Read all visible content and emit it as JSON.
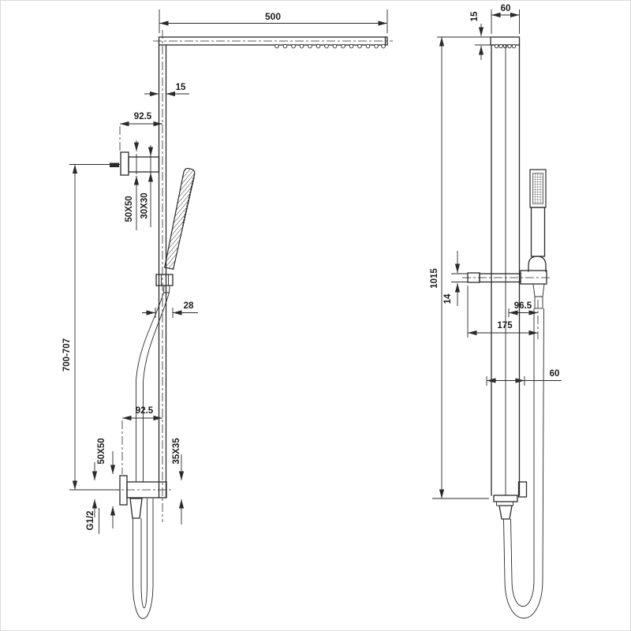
{
  "meta": {
    "type": "technical-dimension-drawing",
    "subject": "Shower column with overhead rain shower arm and hand shower, front and side elevations"
  },
  "front_view": {
    "dim_arm_length": "500",
    "dim_rail_width": "15",
    "dim_offset_top": "92.5",
    "dim_flange_top": "50X50",
    "dim_arm_profile_top": "30X30",
    "dim_mount_height": "700-707",
    "dim_holder_width": "28",
    "dim_offset_bottom": "92.5",
    "dim_flange_bottom": "50X50",
    "dim_arm_profile_bottom": "35X35",
    "dim_thread": "G1/2"
  },
  "side_view": {
    "dim_head_thickness": "15",
    "dim_head_depth": "60",
    "dim_total_height": "1015",
    "dim_bracket_thickness": "14",
    "dim_hand_shower_offset": "96.5",
    "dim_bracket_depth": "175",
    "dim_hose_offset": "60"
  },
  "colors": {
    "line": "#2a2a2a",
    "background": "#ffffff"
  }
}
